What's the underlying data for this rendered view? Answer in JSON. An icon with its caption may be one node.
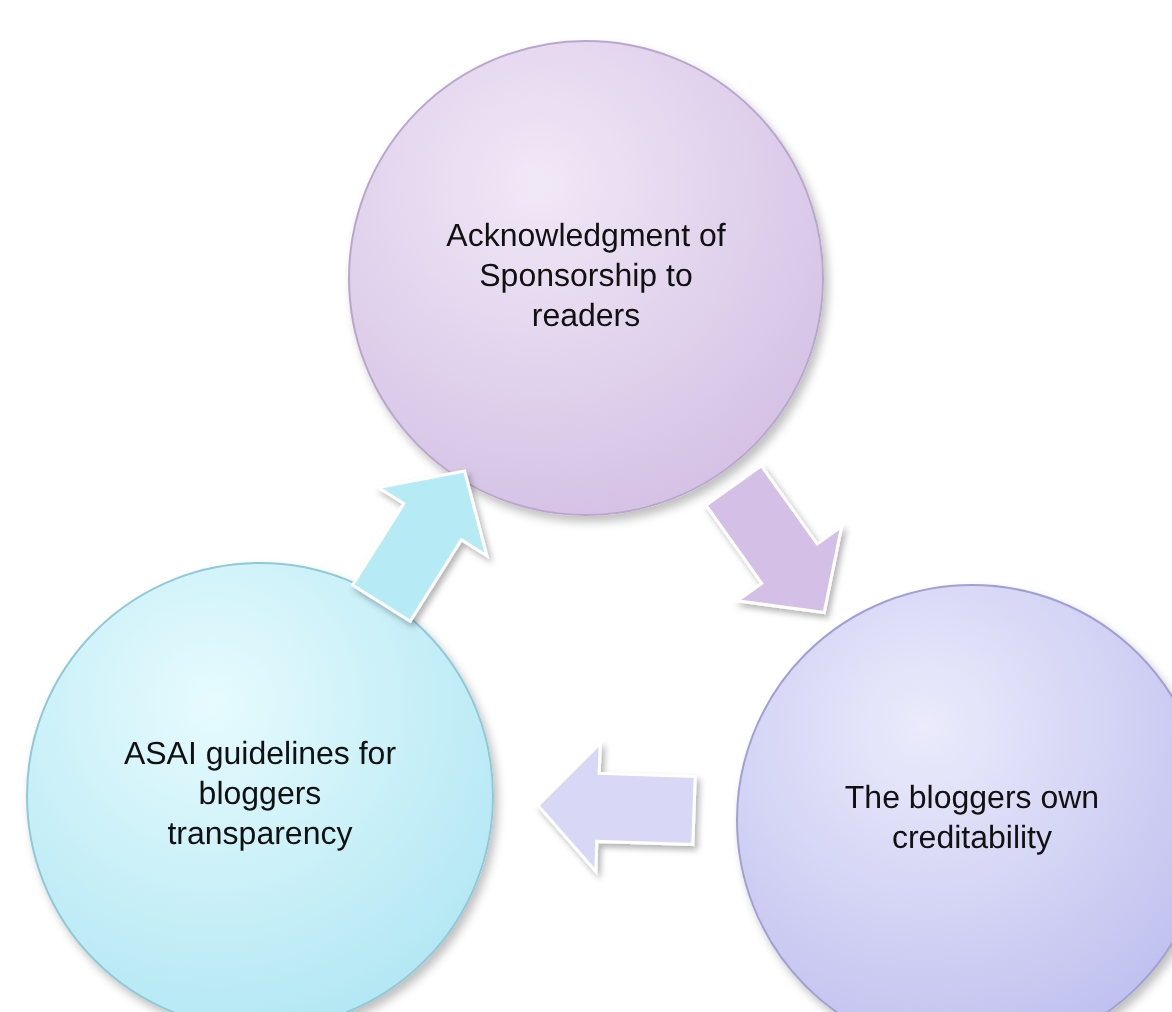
{
  "diagram": {
    "nodes": [
      {
        "text": [
          "Acknowledgment of Sponsorship to readers"
        ]
      },
      {
        "text": [
          "ASAI guidelines for bloggers transparency"
        ]
      },
      {
        "text": [
          "The bloggers own creditability"
        ]
      }
    ],
    "edges": [
      {
        "from": 1,
        "to": 0,
        "arrow": "to",
        "color": "#b6ebf6"
      },
      {
        "from": 0,
        "to": 2,
        "arrow": "to",
        "color": "#d4bfe6"
      },
      {
        "from": 2,
        "to": 1,
        "arrow": "to",
        "color": "#d8d8f6"
      }
    ]
  }
}
